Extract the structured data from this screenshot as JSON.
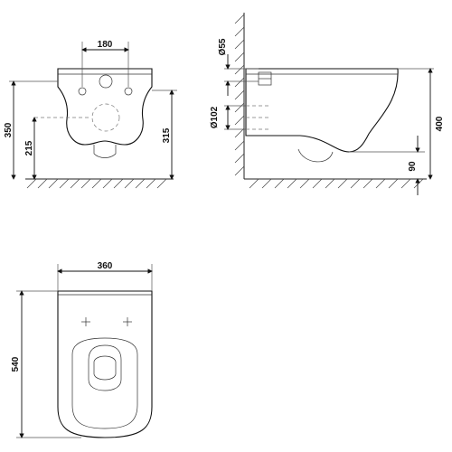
{
  "views": {
    "front": {
      "width_holes": "180",
      "height_total": "350",
      "height_outlet": "215",
      "height_right": "315"
    },
    "side": {
      "dia_small": "Ø55",
      "dia_large": "Ø102",
      "height_total": "400",
      "height_bottom": "90"
    },
    "top": {
      "width": "360",
      "length": "540"
    }
  }
}
